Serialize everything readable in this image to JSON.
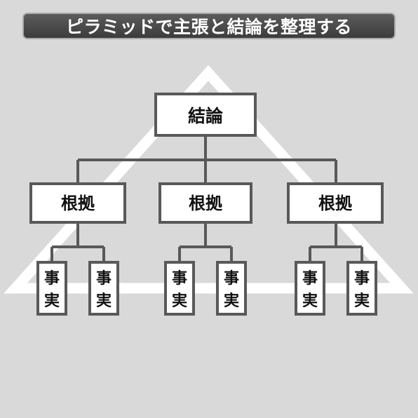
{
  "header": {
    "title": "ピラミッドで主張と結論を整理する"
  },
  "diagram": {
    "conclusion": "結論",
    "reasons": [
      {
        "label": "根拠",
        "facts": [
          "事実",
          "事実"
        ]
      },
      {
        "label": "根拠",
        "facts": [
          "事実",
          "事実"
        ]
      },
      {
        "label": "根拠",
        "facts": [
          "事実",
          "事実"
        ]
      }
    ]
  },
  "colors": {
    "background": "#d9d9d9",
    "title_bar": "#4a4a4a",
    "box_border": "#595959",
    "connector": "#595959",
    "pyramid": "#ffffff"
  }
}
